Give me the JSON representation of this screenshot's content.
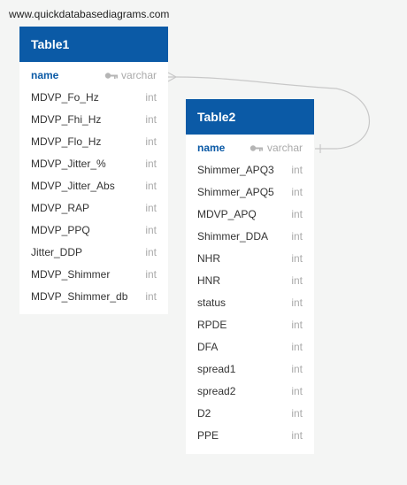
{
  "watermark": "www.quickdatabasediagrams.com",
  "table1": {
    "title": "Table1",
    "fields": [
      {
        "name": "name",
        "type": "varchar",
        "pk": true
      },
      {
        "name": "MDVP_Fo_Hz",
        "type": "int"
      },
      {
        "name": "MDVP_Fhi_Hz",
        "type": "int"
      },
      {
        "name": "MDVP_Flo_Hz",
        "type": "int"
      },
      {
        "name": "MDVP_Jitter_%",
        "type": "int"
      },
      {
        "name": "MDVP_Jitter_Abs",
        "type": "int"
      },
      {
        "name": "MDVP_RAP",
        "type": "int"
      },
      {
        "name": "MDVP_PPQ",
        "type": "int"
      },
      {
        "name": "Jitter_DDP",
        "type": "int"
      },
      {
        "name": "MDVP_Shimmer",
        "type": "int"
      },
      {
        "name": "MDVP_Shimmer_db",
        "type": "int"
      }
    ]
  },
  "table2": {
    "title": "Table2",
    "fields": [
      {
        "name": "name",
        "type": "varchar",
        "pk": true
      },
      {
        "name": "Shimmer_APQ3",
        "type": "int"
      },
      {
        "name": "Shimmer_APQ5",
        "type": "int"
      },
      {
        "name": "MDVP_APQ",
        "type": "int"
      },
      {
        "name": "Shimmer_DDA",
        "type": "int"
      },
      {
        "name": "NHR",
        "type": "int"
      },
      {
        "name": "HNR",
        "type": "int"
      },
      {
        "name": "status",
        "type": "int"
      },
      {
        "name": "RPDE",
        "type": "int"
      },
      {
        "name": "DFA",
        "type": "int"
      },
      {
        "name": "spread1",
        "type": "int"
      },
      {
        "name": "spread2",
        "type": "int"
      },
      {
        "name": "D2",
        "type": "int"
      },
      {
        "name": "PPE",
        "type": "int"
      }
    ]
  },
  "colors": {
    "header": "#0b5aa6",
    "pk_text": "#0b5aa6",
    "type_text": "#aaaaaa",
    "connector": "#c8c8c8",
    "background": "#f4f5f4"
  }
}
